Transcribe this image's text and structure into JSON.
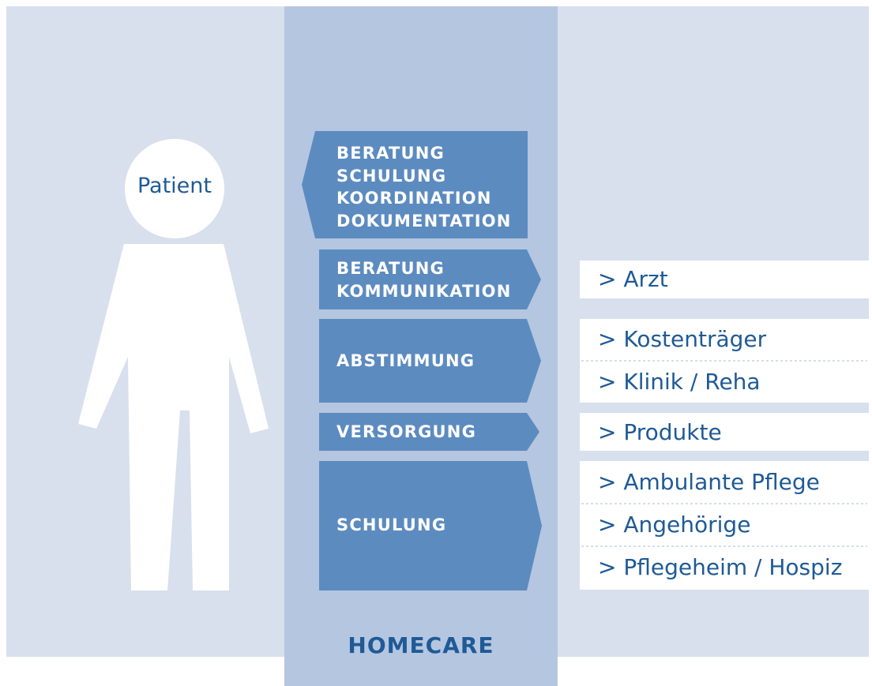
{
  "patient": {
    "label": "Patient"
  },
  "homecare": {
    "title": "HOMECARE"
  },
  "services": [
    {
      "lines": "BERATUNG\nSCHULUNG\nKOORDINATION\nDOKUMENTATION",
      "direction": "to-patient"
    },
    {
      "lines": "BERATUNG\nKOMMUNIKATION",
      "direction": "to-partners"
    },
    {
      "lines": "ABSTIMMUNG",
      "direction": "to-partners"
    },
    {
      "lines": "VERSORGUNG",
      "direction": "to-partners"
    },
    {
      "lines": "SCHULUNG",
      "direction": "to-partners"
    }
  ],
  "partners": [
    "> Arzt",
    "> Kostenträger",
    "> Klinik / Reha",
    "> Produkte",
    "> Ambulante Pflege",
    "> Angehörige",
    "> Pflegeheim / Hospiz"
  ],
  "colors": {
    "background_panel": "#d8e0ee",
    "homecare_column": "#b5c6e0",
    "arrow_fill": "#5c8bc0",
    "text_blue": "#1f5a96",
    "white": "#ffffff",
    "separator": "#c9d3e2"
  }
}
